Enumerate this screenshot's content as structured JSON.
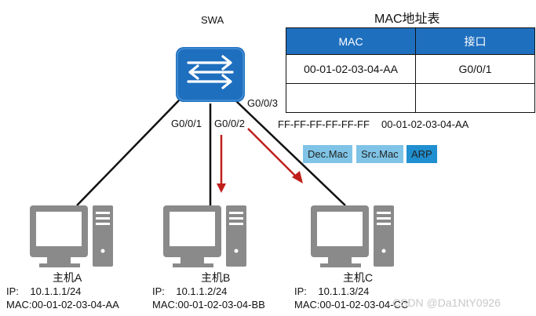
{
  "switch": {
    "name": "SWA",
    "color": "#1f6fbf"
  },
  "ports": {
    "g1": "G0/0/1",
    "g2": "G0/0/2",
    "g3": "G0/0/3"
  },
  "mac_table": {
    "title": "MAC地址表",
    "headers": [
      "MAC",
      "接口"
    ],
    "rows": [
      {
        "mac": "00-01-02-03-04-AA",
        "port": "G0/0/1"
      },
      {
        "mac": "",
        "port": ""
      }
    ]
  },
  "frame": {
    "dst_mac": "FF-FF-FF-FF-FF-FF",
    "src_mac": "00-01-02-03-04-AA",
    "fields": [
      {
        "label": "Dec.Mac",
        "color": "#7fc4e6"
      },
      {
        "label": "Src.Mac",
        "color": "#7fc4e6"
      },
      {
        "label": "ARP",
        "color": "#1f8fd0"
      }
    ]
  },
  "hosts": [
    {
      "name": "主机A",
      "ip_label": "IP:",
      "ip": "10.1.1.1/24",
      "mac": "MAC:00-01-02-03-04-AA"
    },
    {
      "name": "主机B",
      "ip_label": "IP:",
      "ip": "10.1.1.2/24",
      "mac": "MAC:00-01-02-03-04-BB"
    },
    {
      "name": "主机C",
      "ip_label": "IP:",
      "ip": "10.1.1.3/24",
      "mac": "MAC:00-01-02-03-04-CC"
    }
  ],
  "arrow_color": "#c0201b",
  "watermark": "CSDN @Da1NtY0926"
}
